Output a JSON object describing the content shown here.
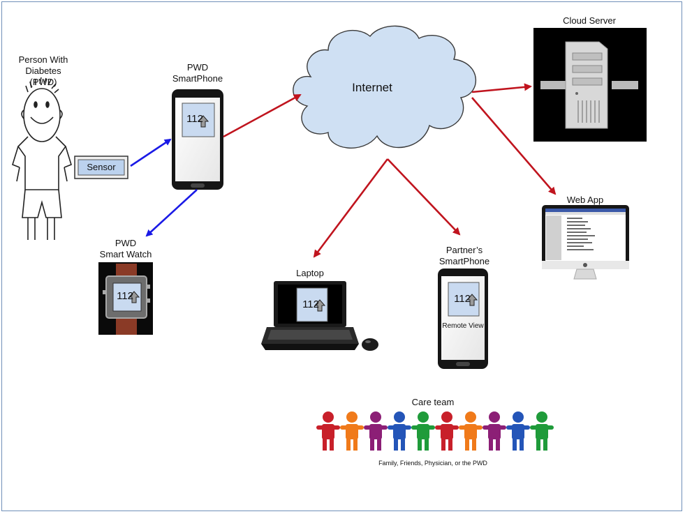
{
  "labels": {
    "pwd_line1": "Person With Diabetes",
    "pwd_line2": "(PWD)",
    "phone_line1": "PWD",
    "phone_line2": "SmartPhone",
    "internet": "Internet",
    "cloud": "Cloud Server",
    "webapp": "Web App",
    "sensor": "Sensor",
    "watch_line1": "PWD",
    "watch_line2": "Smart Watch",
    "laptop": "Laptop",
    "partner_line1": "Partner’s",
    "partner_line2": "SmartPhone",
    "remote_view": "Remote View",
    "care_team": "Care team",
    "care_sub": "Family, Friends, Physician, or the PWD"
  },
  "readings": {
    "phone": "112",
    "watch": "112",
    "laptop": "112",
    "partner": "112"
  },
  "colors": {
    "blue_arrow": "#1a1ae6",
    "red_arrow": "#c0141e",
    "cloud_fill": "#cfe0f3",
    "screen_fill": "#c9daf0",
    "people": [
      "#c8202a",
      "#f07a1a",
      "#8c1f76",
      "#2455b8",
      "#1f9b3a",
      "#c8202a",
      "#f07a1a",
      "#8c1f76",
      "#2455b8",
      "#1f9b3a"
    ]
  },
  "icons": [
    "up-arrow-icon",
    "person-sketch-icon",
    "server-icon",
    "monitor-icon",
    "laptop-icon",
    "mouse-icon",
    "watch-icon",
    "cloud-icon",
    "people-chain-icon"
  ]
}
